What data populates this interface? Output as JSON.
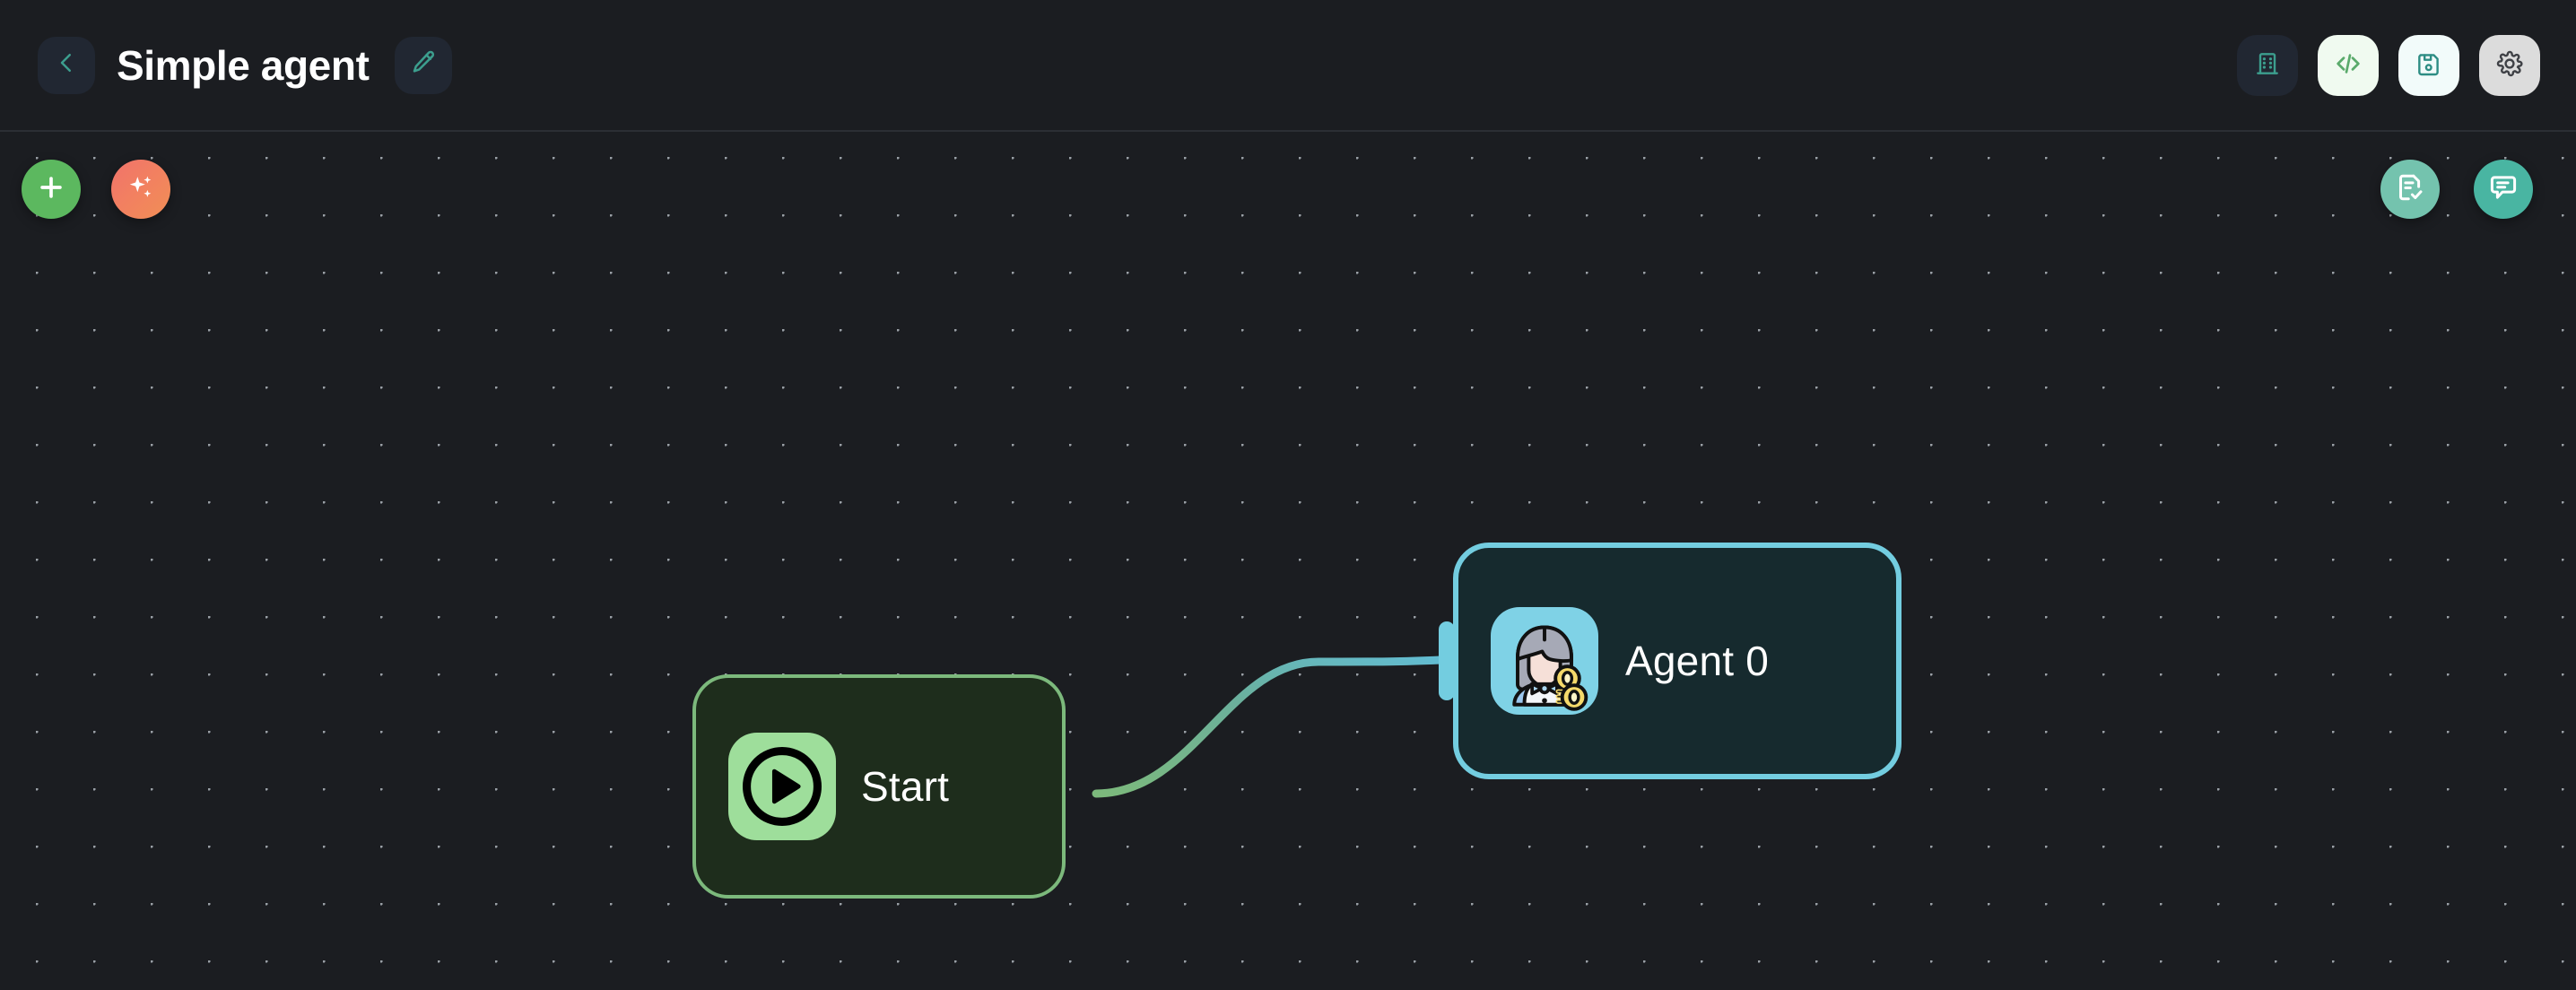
{
  "header": {
    "title": "Simple agent",
    "back_button": {
      "name": "back-button",
      "icon": "chevron-left-icon"
    },
    "edit_button": {
      "name": "edit-title-button",
      "icon": "pencil-icon"
    },
    "tools": [
      {
        "label": "Organization",
        "icon": "building-icon",
        "style": "dark"
      },
      {
        "label": "Code",
        "icon": "code-brackets-icon",
        "style": "mint"
      },
      {
        "label": "Save",
        "icon": "floppy-disk-icon",
        "style": "ice"
      },
      {
        "label": "Settings",
        "icon": "gear-icon",
        "style": "grey"
      }
    ]
  },
  "canvas": {
    "grid": {
      "dot_color": "#9aa0a6",
      "spacing": 64,
      "background": "#1b1d21"
    },
    "actions_left": [
      {
        "label": "Add node",
        "icon": "plus-icon",
        "color": "#5cb85f"
      },
      {
        "label": "AI generate",
        "icon": "sparkles-icon",
        "color": "#f2825f"
      }
    ],
    "actions_right": [
      {
        "label": "Review checklist",
        "icon": "document-check-icon",
        "color": "#74c3ae"
      },
      {
        "label": "Chat",
        "icon": "chat-bubble-icon",
        "color": "#49b5a2"
      }
    ],
    "nodes": [
      {
        "id": "start",
        "label": "Start",
        "icon": "play-circle-icon",
        "border_color": "#7cb97c",
        "background": "#1e2d1c",
        "icon_background": "#9ede9b"
      },
      {
        "id": "agent-0",
        "label": "Agent 0",
        "icon": "banker-avatar-icon",
        "border_color": "#73cde0",
        "background": "#162a2e",
        "icon_background": "#7fd2e6"
      }
    ],
    "edges": [
      {
        "from": "start",
        "to": "agent-0",
        "color_from": "#7cb97c",
        "color_to": "#73cde0"
      }
    ]
  }
}
